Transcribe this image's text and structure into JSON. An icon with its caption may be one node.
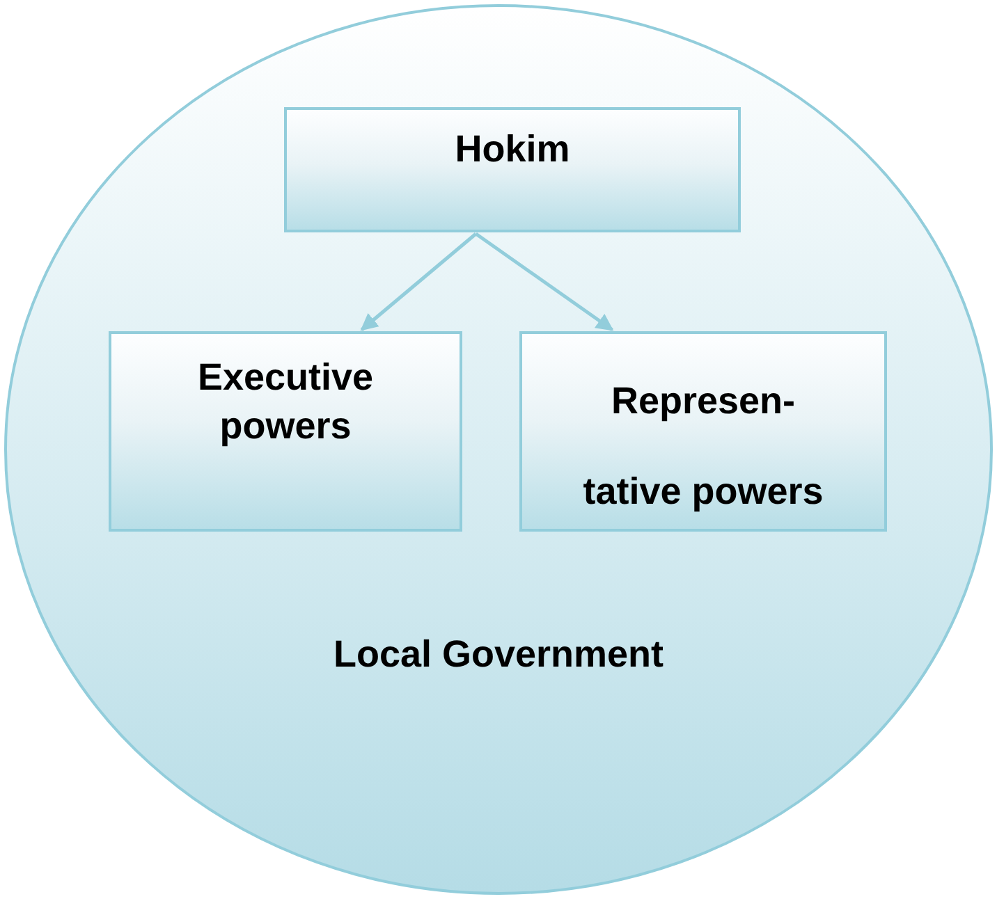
{
  "diagram": {
    "nodes": [
      {
        "text": [
          "Local Government"
        ]
      },
      {
        "text": [
          "Hokim"
        ],
        "in": 0
      },
      {
        "text": [
          "Executive powers"
        ],
        "in": 0
      },
      {
        "text": [
          "Represen- tative powers"
        ],
        "in": 0
      }
    ],
    "edges": [
      {
        "from": 1,
        "to": 2,
        "arrow": "to"
      },
      {
        "from": 1,
        "to": 3,
        "arrow": "to"
      }
    ]
  }
}
